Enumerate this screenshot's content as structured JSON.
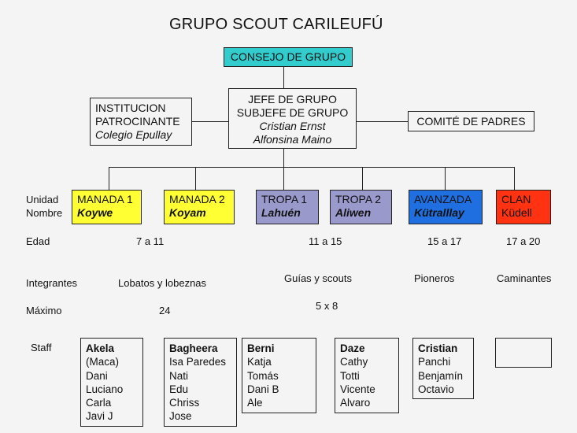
{
  "title": "GRUPO SCOUT CARILEUFÚ",
  "council": "CONSEJO DE GRUPO",
  "chief": {
    "line1": "JEFE DE GRUPO",
    "line2": "SUBJEFE DE GRUPO",
    "name1": "Cristian Ernst",
    "name2": "Alfonsina Maino"
  },
  "institution": {
    "line1": "INSTITUCION",
    "line2": "PATROCINANTE",
    "name": "Colegio Epullay"
  },
  "committee": "COMITÉ DE PADRES",
  "row_labels": {
    "unidad": "Unidad",
    "nombre": "Nombre",
    "edad": "Edad",
    "integrantes": "Integrantes",
    "maximo": "Máximo",
    "staff": "Staff"
  },
  "units": [
    {
      "label": "MANADA 1",
      "name": "Koywe",
      "bg": "#ffff33",
      "fg": "#111111"
    },
    {
      "label": "MANADA 2",
      "name": "Koyam",
      "bg": "#ffff33",
      "fg": "#111111"
    },
    {
      "label": "TROPA 1",
      "name": "Lahuén",
      "bg": "#9999cc",
      "fg": "#111111"
    },
    {
      "label": "TROPA 2",
      "name": "Aliwen",
      "bg": "#9999cc",
      "fg": "#111111"
    },
    {
      "label": "AVANZADA",
      "name": "Kütralllay",
      "bg": "#1f6fe0",
      "fg": "#111111"
    },
    {
      "label": "CLAN",
      "name": "Küdell",
      "bg": "#ff3311",
      "fg": "#111111"
    }
  ],
  "ages": [
    "7 a 11",
    "11 a 15",
    "15 a 17",
    "17 a 20"
  ],
  "members": [
    "Lobatos y lobeznas",
    "Guías y scouts",
    "Pioneros",
    "Caminantes"
  ],
  "max": [
    "24",
    "5 x 8"
  ],
  "staff": [
    {
      "head": "Akela",
      "members": [
        "(Maca)",
        "Dani",
        "Luciano",
        "Carla",
        "Javi J"
      ]
    },
    {
      "head": "Bagheera",
      "members": [
        "Isa Paredes",
        "Nati",
        "Edu",
        "Chriss",
        "Jose"
      ]
    },
    {
      "head": "Berni",
      "members": [
        "Katja",
        "Tomás",
        "Dani B",
        "Ale"
      ]
    },
    {
      "head": "Daze",
      "members": [
        "Cathy",
        "Totti",
        "Vicente",
        "Alvaro"
      ]
    },
    {
      "head": "Cristian",
      "members": [
        "Panchi",
        "Benjamín",
        "Octavio"
      ]
    },
    {
      "head": "",
      "members": []
    }
  ],
  "colors": {
    "council": "#33cccc",
    "background": "#f4f4f4"
  }
}
